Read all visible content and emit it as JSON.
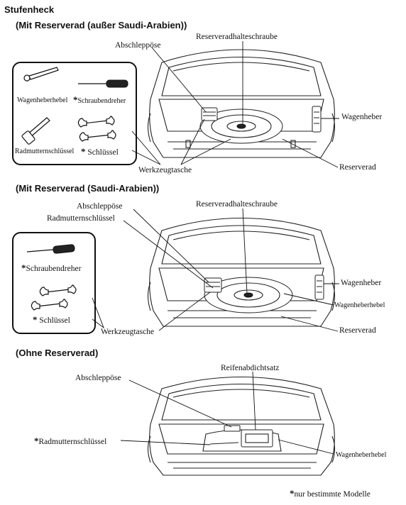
{
  "title": "Stufenheck",
  "section1": {
    "heading": "(Mit Reserverad (außer Saudi-Arabien))",
    "labels": {
      "abschleppoese": "Abschleppöse",
      "halteschraube": "Reserveradhalteschraube",
      "wagenheber": "Wagenheber",
      "reserverad": "Reserverad",
      "werkzeugtasche": "Werkzeugtasche"
    },
    "tools": {
      "wagenheberhebel": "Wagenheberhebel",
      "schraubendreher": "Schraubendreher",
      "radmutternschluessel": "Radmutternschlüssel",
      "schluessel": "Schlüssel"
    }
  },
  "section2": {
    "heading": "(Mit Reserverad (Saudi-Arabien))",
    "labels": {
      "abschleppoese": "Abschleppöse",
      "radmutternschluessel": "Radmutternschlüssel",
      "halteschraube": "Reserveradhalteschraube",
      "wagenheber": "Wagenheber",
      "wagenheberhebel": "Wagenheberhebel",
      "reserverad": "Reserverad",
      "werkzeugtasche": "Werkzeugtasche"
    },
    "tools": {
      "schraubendreher": "Schraubendreher",
      "schluessel": "Schlüssel"
    }
  },
  "section3": {
    "heading": "(Ohne Reserverad)",
    "labels": {
      "abschleppoese": "Abschleppöse",
      "reifenabdichtsatz": "Reifenabdichtsatz",
      "radmutternschluessel": "Radmutternschlüssel",
      "wagenheberhebel": "Wagenheberhebel"
    }
  },
  "asterisk": "*",
  "footnote": "nur bestimmte Modelle"
}
